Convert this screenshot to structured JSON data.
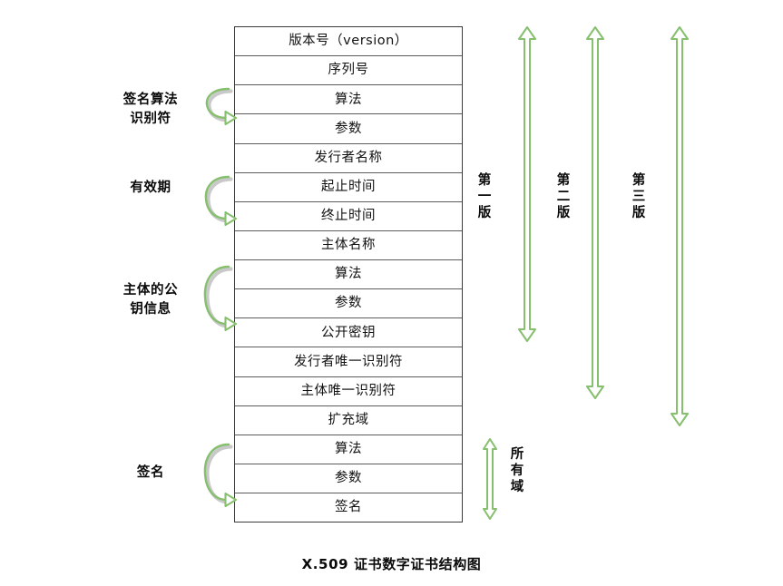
{
  "diagram": {
    "caption": "X.509 证书数字证书结构图",
    "accent_color": "#86bf6e",
    "accent_shadow_color": "#c9c9c9",
    "table_border_color": "#3a3a3a",
    "row_border_color": "#5b5b5b",
    "fields": [
      {
        "id": "version",
        "label": "版本号（version）"
      },
      {
        "id": "serial-number",
        "label": "序列号"
      },
      {
        "id": "sigalg-algorithm",
        "label": "算法"
      },
      {
        "id": "sigalg-parameters",
        "label": "参数"
      },
      {
        "id": "issuer-name",
        "label": "发行者名称"
      },
      {
        "id": "validity-not-before",
        "label": "起止时间"
      },
      {
        "id": "validity-not-after",
        "label": "终止时间"
      },
      {
        "id": "subject-name",
        "label": "主体名称"
      },
      {
        "id": "pubkey-algorithm",
        "label": "算法"
      },
      {
        "id": "pubkey-parameters",
        "label": "参数"
      },
      {
        "id": "public-key",
        "label": "公开密钥"
      },
      {
        "id": "issuer-unique-id",
        "label": "发行者唯一识别符"
      },
      {
        "id": "subject-unique-id",
        "label": "主体唯一识别符"
      },
      {
        "id": "extensions",
        "label": "扩充域"
      },
      {
        "id": "signature-algorithm",
        "label": "算法"
      },
      {
        "id": "signature-parameters",
        "label": "参数"
      },
      {
        "id": "signature-value",
        "label": "签名"
      }
    ],
    "group_labels": [
      {
        "id": "signature-algorithm-identifier",
        "label": "签名算法\n识别符"
      },
      {
        "id": "validity-period",
        "label": "有效期"
      },
      {
        "id": "subject-public-key-info",
        "label": "主体的公\n钥信息"
      },
      {
        "id": "signature",
        "label": "签名"
      }
    ],
    "version_labels": [
      {
        "id": "version-1",
        "label": "第一版"
      },
      {
        "id": "version-2",
        "label": "第二版"
      },
      {
        "id": "version-3",
        "label": "第三版"
      },
      {
        "id": "all-fields",
        "label": "所有域"
      }
    ]
  }
}
